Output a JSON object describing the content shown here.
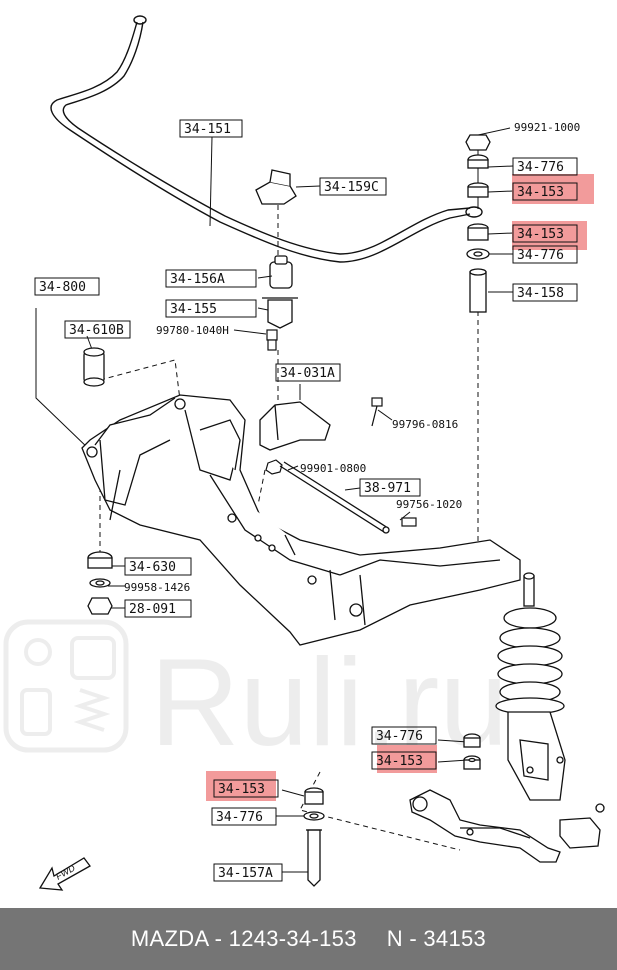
{
  "colors": {
    "highlight": "#f08a8a",
    "footer_bg": "#757575",
    "footer_text": "#ffffff",
    "line": "#111111",
    "watermark": "#dddddd"
  },
  "labels": {
    "l_34_151": "34-151",
    "l_34_159c": "34-159C",
    "l_34_156a": "34-156A",
    "l_34_155": "34-155",
    "l_34_800": "34-800",
    "l_34_610b": "34-610B",
    "l_34_031a": "34-031A",
    "l_38_971": "38-971",
    "l_34_630": "34-630",
    "l_28_091": "28-091",
    "l_34_776_top": "34-776",
    "l_34_153_top1": "34-153",
    "l_34_153_top2": "34-153",
    "l_34_776_mid": "34-776",
    "l_34_158": "34-158",
    "l_34_776_low": "34-776",
    "l_34_153_low": "34-153",
    "l_34_153_bot": "34-153",
    "l_34_776_bot": "34-776",
    "l_34_157a": "34-157A"
  },
  "captions": {
    "c_99921": "99921-1000",
    "c_99780": "99780-1040H",
    "c_99796": "99796-0816",
    "c_99901": "99901-0800",
    "c_99756": "99756-1020",
    "c_99958": "99958-1426"
  },
  "fwd_label": "FWD",
  "watermark_text": "Ruli.ru",
  "footer": {
    "brand_part": "MAZDA - 1243-34-153",
    "number_part": "N - 34153"
  }
}
